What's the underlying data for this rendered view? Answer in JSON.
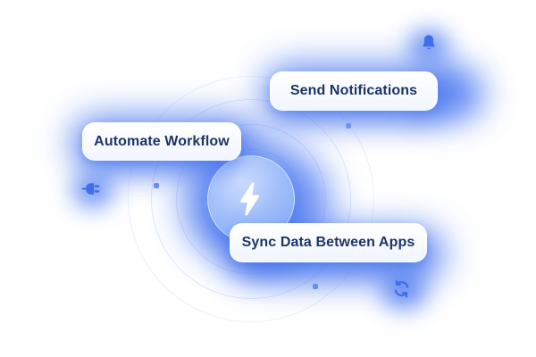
{
  "illustration_title": "Automation features illustration",
  "cards": [
    {
      "id": "send-notifications",
      "label": "Send Notifications"
    },
    {
      "id": "automate-workflow",
      "label": "Automate Workflow"
    },
    {
      "id": "sync-data",
      "label": "Sync Data Between Apps"
    }
  ],
  "icons": [
    {
      "name": "bolt-icon",
      "glyph": "⚡"
    },
    {
      "name": "bell-icon",
      "glyph": "🔔"
    },
    {
      "name": "plug-icon",
      "glyph": "🔌"
    },
    {
      "name": "sync-icon",
      "glyph": "⟳"
    }
  ],
  "colors": {
    "accent": "#3F6EEA",
    "glow": "#4474F0",
    "card_background": "#FFFFFF",
    "text": "#1C3568",
    "badge_fill": "#9CBCF9",
    "bolt_fill": "#FFFFFF",
    "orbit_stroke": "#6C8FF0"
  }
}
